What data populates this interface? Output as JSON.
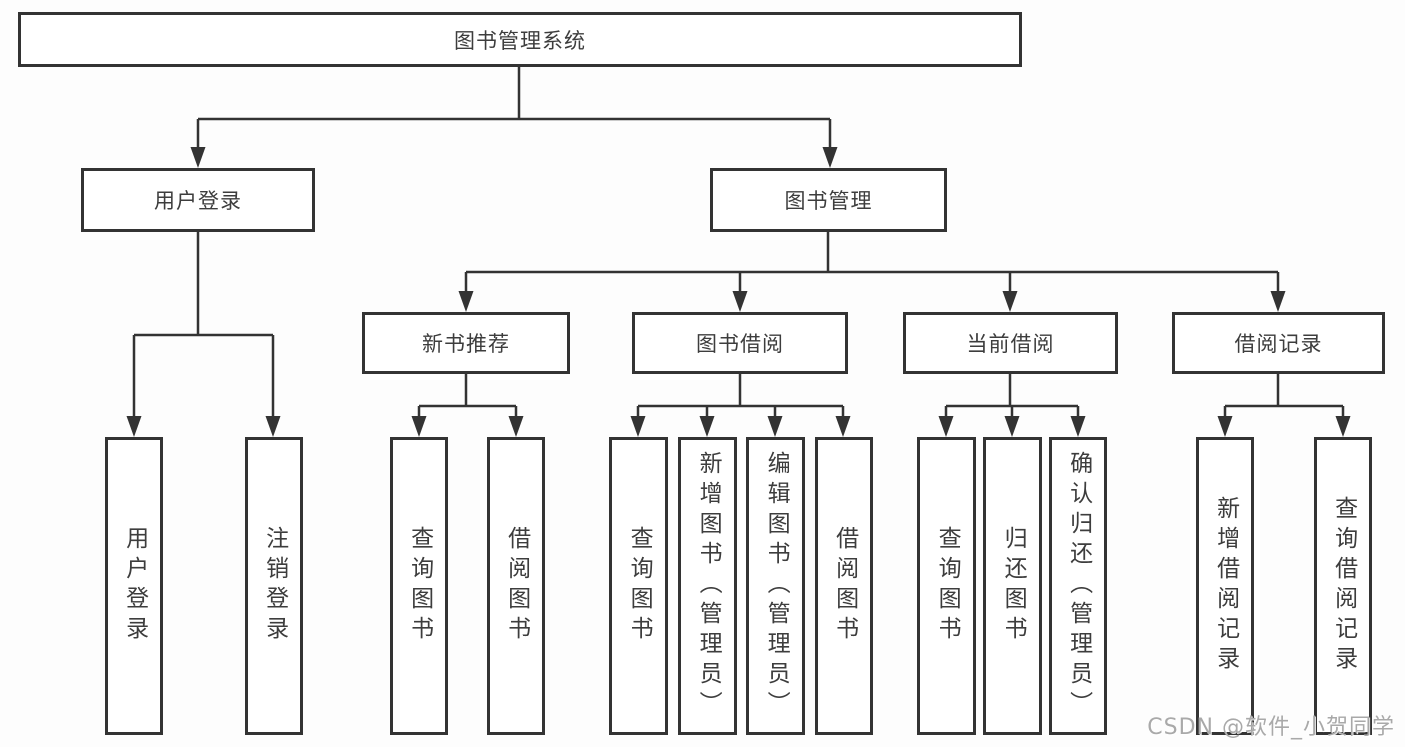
{
  "tree": {
    "label": "图书管理系统",
    "children": [
      {
        "label": "用户登录",
        "children": [
          {
            "label": "用户登录"
          },
          {
            "label": "注销登录"
          }
        ]
      },
      {
        "label": "图书管理",
        "children": [
          {
            "label": "新书推荐",
            "children": [
              {
                "label": "查询图书"
              },
              {
                "label": "借阅图书"
              }
            ]
          },
          {
            "label": "图书借阅",
            "children": [
              {
                "label": "查询图书"
              },
              {
                "label": "新增图书（管理员）"
              },
              {
                "label": "编辑图书（管理员）"
              },
              {
                "label": "借阅图书"
              }
            ]
          },
          {
            "label": "当前借阅",
            "children": [
              {
                "label": "查询图书"
              },
              {
                "label": "归还图书"
              },
              {
                "label": "确认归还（管理员）"
              }
            ]
          },
          {
            "label": "借阅记录",
            "children": [
              {
                "label": "新增借阅记录"
              },
              {
                "label": "查询借阅记录"
              }
            ]
          }
        ]
      }
    ]
  },
  "watermark": {
    "text": "CSDN @软件_小贺同学"
  },
  "colors": {
    "line": "#333333",
    "box_border": "#333333",
    "box_fill": "#ffffff",
    "text": "#3d3d3d",
    "watermark": "#a9a9a9",
    "background": "#fdfdfd"
  }
}
